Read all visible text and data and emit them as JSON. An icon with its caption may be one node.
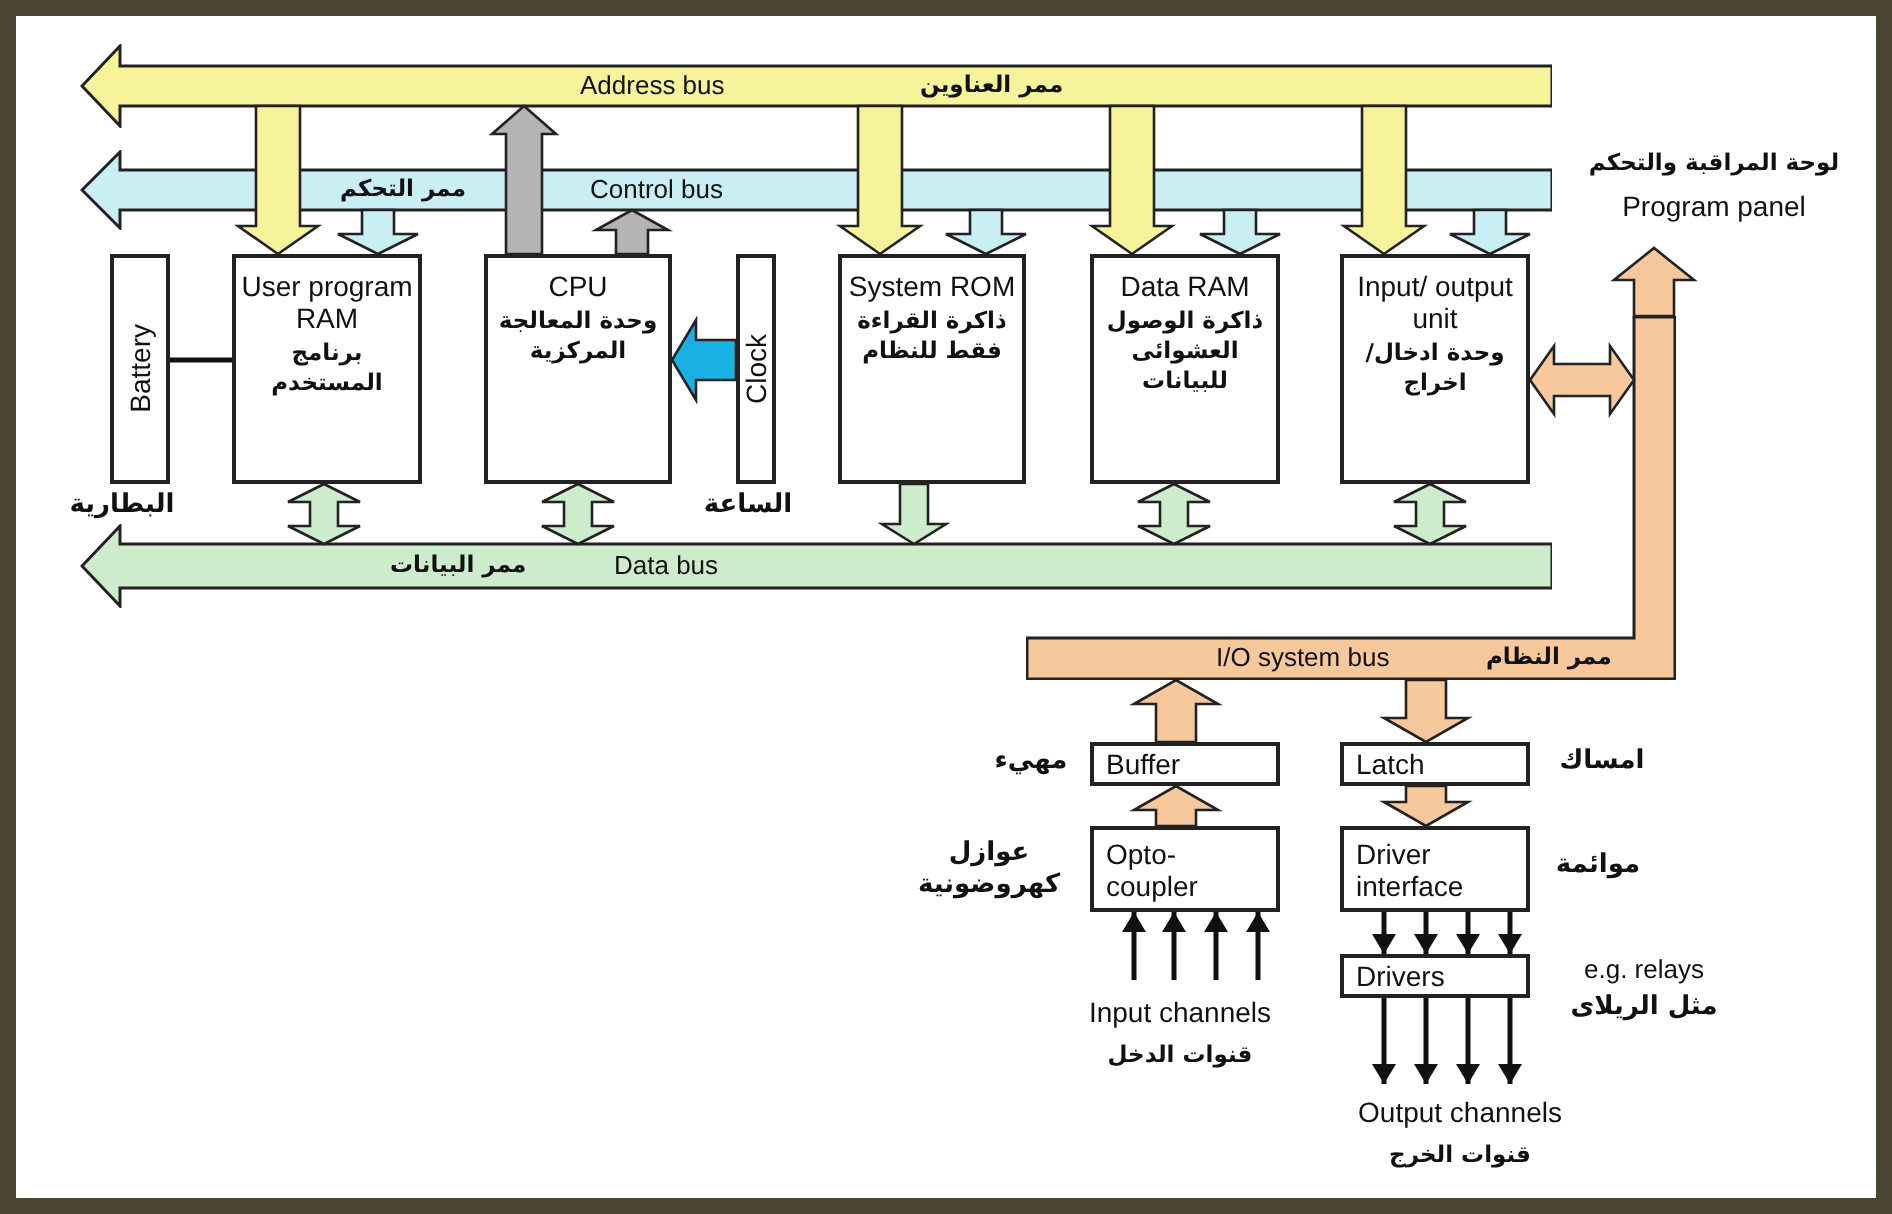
{
  "diagram": {
    "nodes": [
      {
        "text": [
          "ممر العناوين",
          "Address bus"
        ]
      },
      {
        "text": [
          "Control bus",
          "ممر التحكم"
        ]
      },
      {
        "text": [
          "Battery"
        ],
        "beside": [
          "البطارية"
        ]
      },
      {
        "text": [
          "User program RAM",
          "برنامج المستخدم"
        ]
      },
      {
        "text": [
          "CPU",
          "وحدة المعالجة المركزية"
        ]
      },
      {
        "text": [
          "Clock"
        ],
        "beside": [
          "الساعة"
        ]
      },
      {
        "text": [
          "System ROM",
          "ذاكرة القراءة فقط للنظام"
        ]
      },
      {
        "text": [
          "Data RAM",
          "ذاكرة الوصول العشوائى للبيانات"
        ]
      },
      {
        "text": [
          "Input/ output unit",
          "وحدة ادخال/اخراج"
        ]
      },
      {
        "text": [
          "Data bus",
          "ممر البيانات"
        ]
      },
      {
        "text": [
          "لوحة المراقبة والتحكم",
          "Program panel"
        ]
      },
      {
        "text": [
          "ممر النظام",
          "I/O system bus"
        ]
      },
      {
        "text": [
          "Buffer"
        ],
        "beside": [
          "مهيء"
        ]
      },
      {
        "text": [
          "Latch"
        ],
        "beside": [
          "امساك"
        ]
      },
      {
        "text": [
          "Opto- coupler"
        ],
        "beside": [
          "عوازل كهروضونية"
        ]
      },
      {
        "text": [
          "Driver interface"
        ],
        "beside": [
          "موائمة"
        ]
      },
      {
        "text": [
          "Drivers"
        ],
        "beside": [
          "e.g. relays",
          "مثل الريلاى"
        ]
      },
      {
        "text": [
          "Input channels",
          "قنوات الدخل"
        ]
      },
      {
        "text": [
          "Output channels",
          "قنوات الخرج"
        ]
      }
    ],
    "edges": [
      {
        "from": 0,
        "to": 3,
        "arrow": "to",
        "style": "thick",
        "color": "#f7f39b"
      },
      {
        "from": 0,
        "to": 6,
        "arrow": "to",
        "style": "thick",
        "color": "#f7f39b"
      },
      {
        "from": 0,
        "to": 7,
        "arrow": "to",
        "style": "thick",
        "color": "#f7f39b"
      },
      {
        "from": 0,
        "to": 8,
        "arrow": "to",
        "style": "thick",
        "color": "#f7f39b"
      },
      {
        "from": 4,
        "to": 0,
        "arrow": "to",
        "style": "thick",
        "color": "#b4b4b4"
      },
      {
        "from": 1,
        "to": 3,
        "arrow": "to",
        "style": "thick",
        "color": "#c9eef4"
      },
      {
        "from": 1,
        "to": 6,
        "arrow": "to",
        "style": "thick",
        "color": "#c9eef4"
      },
      {
        "from": 1,
        "to": 7,
        "arrow": "to",
        "style": "thick",
        "color": "#c9eef4"
      },
      {
        "from": 1,
        "to": 8,
        "arrow": "to",
        "style": "thick",
        "color": "#c9eef4"
      },
      {
        "from": 4,
        "to": 1,
        "arrow": "to",
        "style": "thick",
        "color": "#b4b4b4"
      },
      {
        "from": 5,
        "to": 4,
        "arrow": "to",
        "style": "thick",
        "color": "#1ab2e4"
      },
      {
        "from": 2,
        "to": 3,
        "arrow": "none"
      },
      {
        "from": 3,
        "to": 9,
        "arrow": "both",
        "style": "thick",
        "color": "#cdeccb"
      },
      {
        "from": 4,
        "to": 9,
        "arrow": "both",
        "style": "thick",
        "color": "#cdeccb"
      },
      {
        "from": 6,
        "to": 9,
        "arrow": "to",
        "style": "thick",
        "color": "#cdeccb"
      },
      {
        "from": 7,
        "to": 9,
        "arrow": "both",
        "style": "thick",
        "color": "#cdeccb"
      },
      {
        "from": 8,
        "to": 9,
        "arrow": "both",
        "style": "thick",
        "color": "#cdeccb"
      },
      {
        "from": 8,
        "to": 11,
        "arrow": "both",
        "style": "thick",
        "color": "#f6c89c"
      },
      {
        "from": 11,
        "to": 10,
        "arrow": "to",
        "style": "thick",
        "color": "#f6c89c"
      },
      {
        "from": 12,
        "to": 11,
        "arrow": "to",
        "style": "thick",
        "color": "#f6c89c"
      },
      {
        "from": 11,
        "to": 13,
        "arrow": "to",
        "style": "thick",
        "color": "#f6c89c"
      },
      {
        "from": 14,
        "to": 12,
        "arrow": "to",
        "style": "thick",
        "color": "#f6c89c"
      },
      {
        "from": 13,
        "to": 15,
        "arrow": "to",
        "style": "thick",
        "color": "#f6c89c"
      },
      {
        "from": 15,
        "to": 16,
        "arrow": "to"
      },
      {
        "from": 15,
        "to": 16,
        "arrow": "to"
      },
      {
        "from": 15,
        "to": 16,
        "arrow": "to"
      },
      {
        "from": 15,
        "to": 16,
        "arrow": "to"
      },
      {
        "from": 17,
        "to": 14,
        "arrow": "to"
      },
      {
        "from": 17,
        "to": 14,
        "arrow": "to"
      },
      {
        "from": 17,
        "to": 14,
        "arrow": "to"
      },
      {
        "from": 17,
        "to": 14,
        "arrow": "to"
      },
      {
        "from": 16,
        "to": 18,
        "arrow": "to"
      },
      {
        "from": 16,
        "to": 18,
        "arrow": "to"
      },
      {
        "from": 16,
        "to": 18,
        "arrow": "to"
      },
      {
        "from": 16,
        "to": 18,
        "arrow": "to"
      }
    ]
  }
}
